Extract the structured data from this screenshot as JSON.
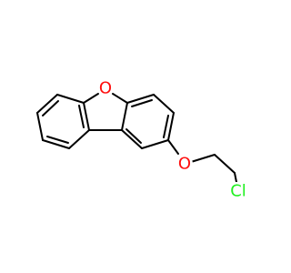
{
  "atoms": [
    {
      "id": "O1",
      "symbol": "O",
      "color": "#ff0d0d"
    },
    {
      "id": "O2",
      "symbol": "O",
      "color": "#ff0d0d"
    },
    {
      "id": "Cl",
      "symbol": "Cl",
      "color": "#1ff01f"
    }
  ],
  "colors": {
    "bond": "#000000",
    "oxygen": "#ff0d0d",
    "chlorine": "#1ff01f"
  }
}
